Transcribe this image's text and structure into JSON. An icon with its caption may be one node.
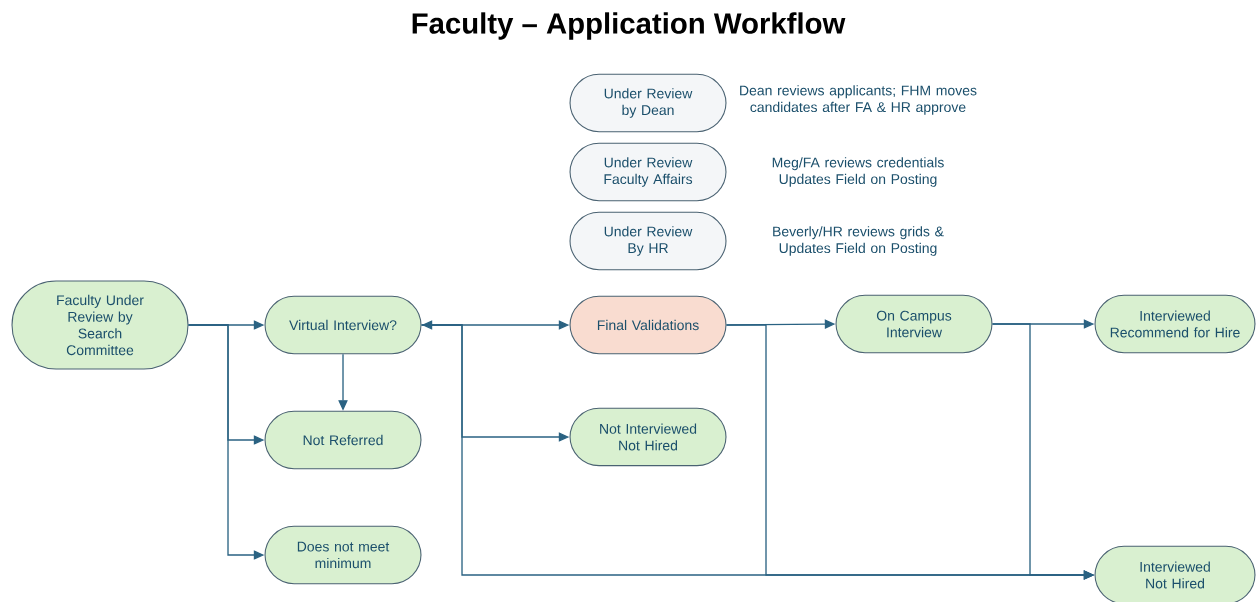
{
  "diagram": {
    "title": "Faculty – Application Workflow",
    "nodes": [
      {
        "text": [
          "Faculty Under Review by Search Committee"
        ]
      },
      {
        "text": [
          "Virtual Interview?"
        ]
      },
      {
        "text": [
          "Final Validations"
        ]
      },
      {
        "text": [
          "On Campus Interview"
        ]
      },
      {
        "text": [
          "Interviewed Recommend for Hire"
        ]
      },
      {
        "text": [
          "Not Referred"
        ]
      },
      {
        "text": [
          "Not Interviewed Not Hired"
        ]
      },
      {
        "text": [
          "Does not meet minimum"
        ]
      },
      {
        "text": [
          "Interviewed Not Hired"
        ]
      },
      {
        "text": [
          "Under Review by Dean"
        ],
        "beside": [
          "Dean reviews applicants; FHM moves candidates after FA & HR approve"
        ]
      },
      {
        "text": [
          "Under Review Faculty Affairs"
        ],
        "beside": [
          "Meg/FA reviews credentials Updates Field on Posting"
        ]
      },
      {
        "text": [
          "Under Review By HR"
        ],
        "beside": [
          "Beverly/HR reviews grids & Updates Field on Posting"
        ]
      }
    ],
    "edges": [
      {
        "from": 0,
        "to": 1,
        "arrow": "to"
      },
      {
        "from": 0,
        "to": 5,
        "arrow": "to"
      },
      {
        "from": 0,
        "to": 7,
        "arrow": "to"
      },
      {
        "from": 1,
        "to": 5,
        "arrow": "to"
      },
      {
        "from": 1,
        "to": 2,
        "arrow": "both"
      },
      {
        "from": 1,
        "to": 6,
        "arrow": "to"
      },
      {
        "from": 1,
        "to": 8,
        "arrow": "to"
      },
      {
        "from": 2,
        "to": 3,
        "arrow": "to"
      },
      {
        "from": 2,
        "to": 8,
        "arrow": "to"
      },
      {
        "from": 3,
        "to": 4,
        "arrow": "to"
      },
      {
        "from": 3,
        "to": 8,
        "arrow": "to"
      }
    ]
  }
}
